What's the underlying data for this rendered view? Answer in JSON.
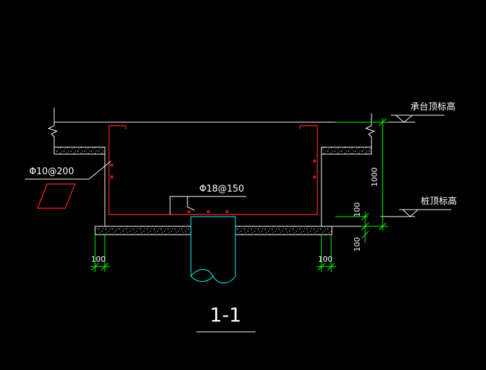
{
  "labels": {
    "cap_top_elevation": "承台顶标高",
    "pile_top_elevation": "桩顶标高",
    "stirrup_rebar": "Φ10@200",
    "bottom_rebar": "Φ18@150",
    "section_title": "1-1"
  },
  "dimensions": {
    "cap_height": "1000",
    "embed_depth": "100",
    "bedding_thickness": "100",
    "left_offset": "100",
    "right_offset": "100"
  },
  "colors": {
    "background": "#000000",
    "line_white": "#ffffff",
    "rebar_red": "#ff2a2a",
    "dimension_green": "#00ff00",
    "pile_cyan": "#00ffff"
  }
}
